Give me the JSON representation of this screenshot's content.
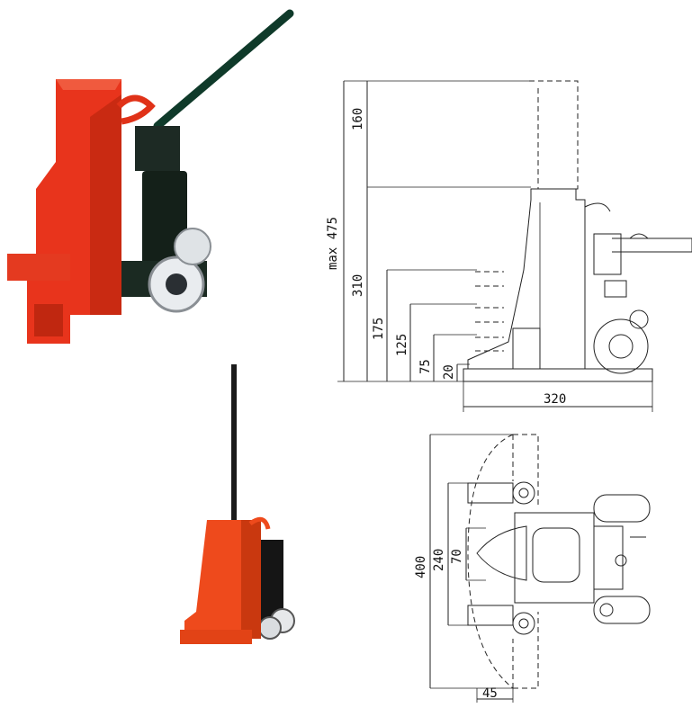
{
  "photos": {
    "large_jack": {
      "body_color": "#e8341c",
      "handle_color": "#0f3a2a",
      "wheel_color": "#e9ecef"
    },
    "small_jack": {
      "body_color": "#ee4a1c",
      "handle_color": "#1b1b1b"
    }
  },
  "side_view": {
    "labels": {
      "max_475": "max 475",
      "d160": "160",
      "d310": "310",
      "d175": "175",
      "d125": "125",
      "d75": "75",
      "d20": "20",
      "d320": "320"
    }
  },
  "top_view": {
    "labels": {
      "d400": "400",
      "d240": "240",
      "d70": "70",
      "d45": "45"
    }
  }
}
